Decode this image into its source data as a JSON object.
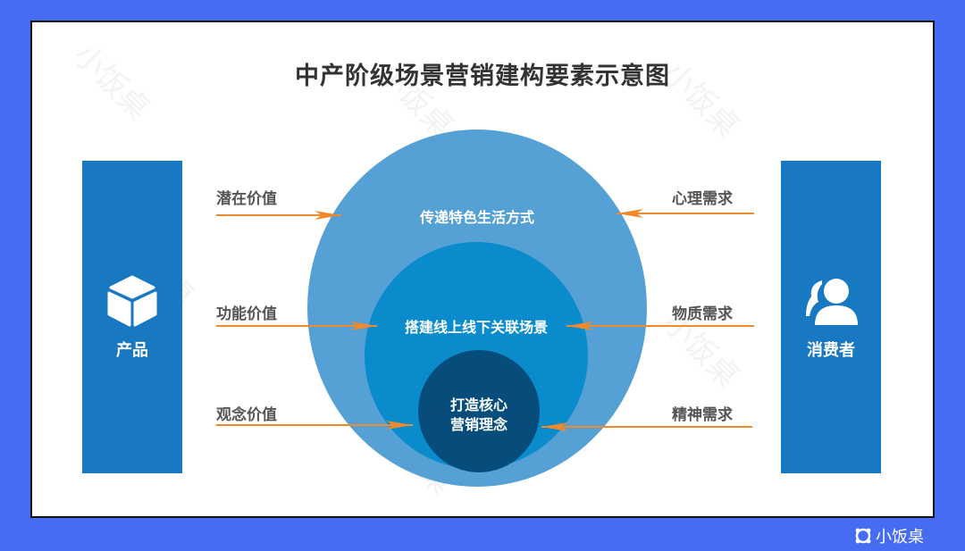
{
  "title": "中产阶级场景营销建构要素示意图",
  "left_panel": {
    "label": "产品",
    "icon": "cube-icon"
  },
  "right_panel": {
    "label": "消费者",
    "icon": "users-icon"
  },
  "circles": {
    "outer": {
      "text": "传递特色生活方式",
      "color": "#55a0d4"
    },
    "middle": {
      "text": "搭建线上线下关联场景",
      "color": "#0a8ccc"
    },
    "inner": {
      "line1": "打造核心",
      "line2": "营销理念",
      "color": "#064d7c"
    }
  },
  "left_labels": [
    "潜在价值",
    "功能价值",
    "观念价值"
  ],
  "right_labels": [
    "心理需求",
    "物质需求",
    "精神需求"
  ],
  "watermark": "小饭桌",
  "brand": {
    "text": "小饭桌",
    "icon": "brand-logo-icon"
  },
  "colors": {
    "background": "#456cf2",
    "panel": "#1878c2",
    "arrow": "#f08a2c"
  }
}
